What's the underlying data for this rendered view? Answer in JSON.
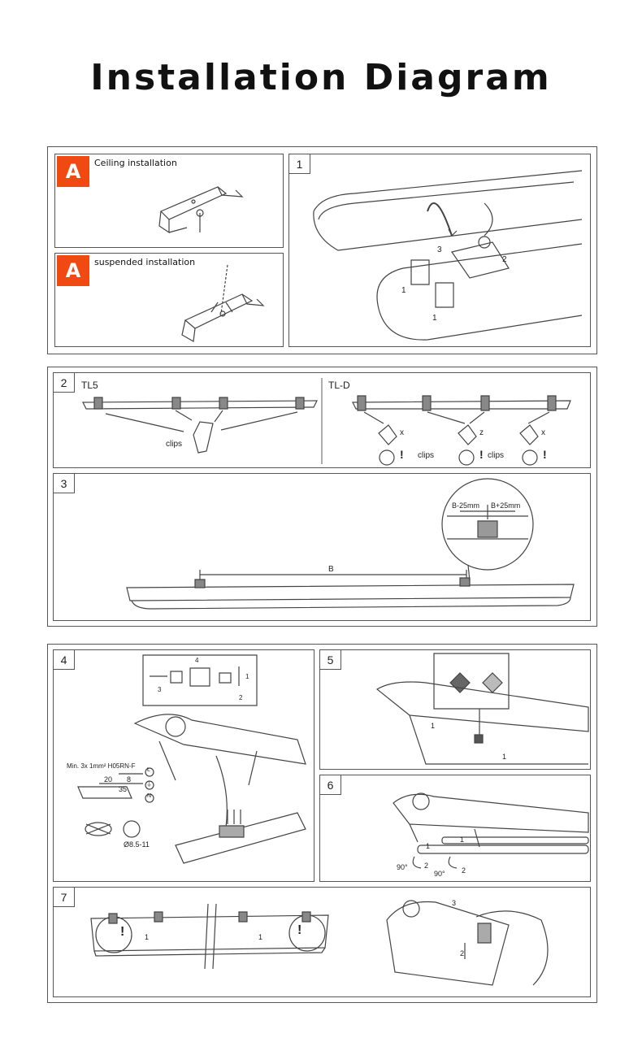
{
  "title": "Installation Diagram",
  "group_a": {
    "badge_1": "A",
    "ceiling_caption": "Ceiling installation",
    "badge_2": "A",
    "suspended_caption": "suspended installation"
  },
  "step1": {
    "number": "1",
    "arrows": [
      "3",
      "2",
      "1",
      "1"
    ]
  },
  "step2": {
    "number": "2",
    "tl5_label": "TL5",
    "tld_label": "TL-D",
    "clips_label": "clips",
    "axis_x": "x",
    "axis_z": "z",
    "warning": "!"
  },
  "step3": {
    "number": "3",
    "dim_b": "B",
    "detail_left": "B-25mm",
    "detail_right": "B+25mm"
  },
  "step4": {
    "number": "4",
    "cable_spec": "Min. 3x 1mm² H05RN-F",
    "dim_35": "35",
    "dim_20": "20",
    "dim_8": "8",
    "terminal_l": "L",
    "terminal_pe": "⏚",
    "terminal_n": "N",
    "diameter": "Ø8.5-11",
    "callouts": [
      "3",
      "4",
      "1",
      "2"
    ]
  },
  "step5": {
    "number": "5",
    "callouts": [
      "1",
      "1"
    ]
  },
  "step6": {
    "number": "6",
    "angle": "90°",
    "callouts": [
      "1",
      "2",
      "1",
      "2"
    ]
  },
  "step7": {
    "number": "7",
    "callouts": [
      "1",
      "1",
      "3",
      "2"
    ],
    "warning": "!"
  }
}
